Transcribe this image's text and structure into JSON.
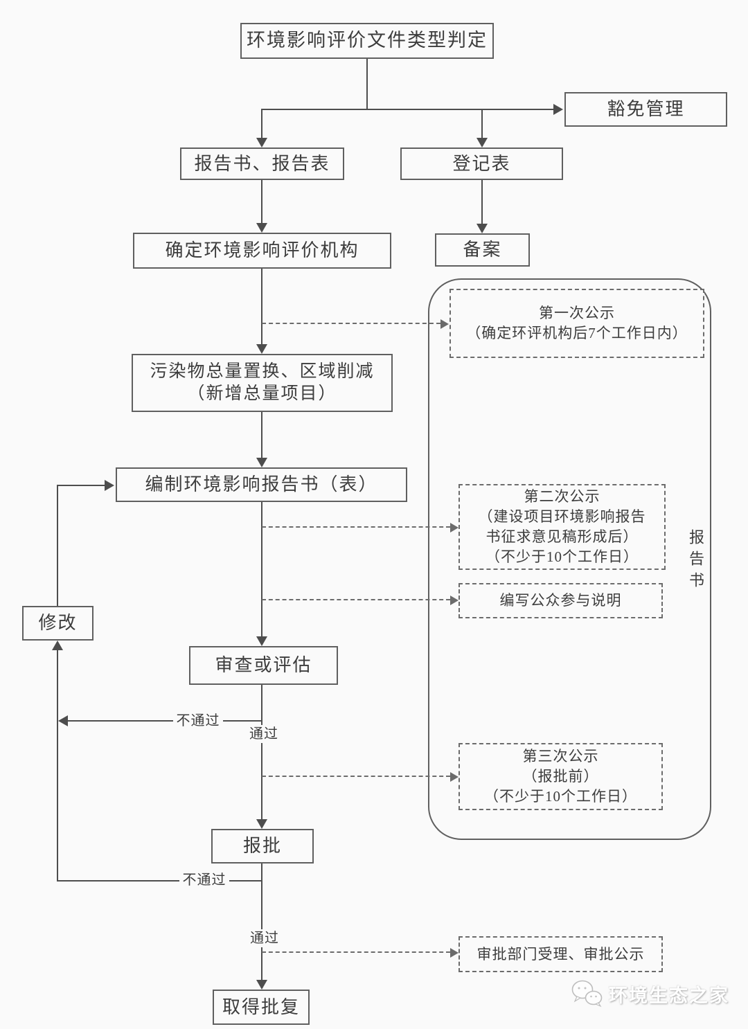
{
  "nodes": {
    "title": "环境影响评价文件类型判定",
    "exemption": "豁免管理",
    "report_forms": "报告书、报告表",
    "registration": "登记表",
    "agency": "确定环境影响评价机构",
    "filing": "备案",
    "pollutant_line1": "污染物总量置换、区域削减",
    "pollutant_line2": "（新增总量项目）",
    "compile": "编制环境影响报告书（表）",
    "modify": "修改",
    "review": "审查或评估",
    "submit": "报批",
    "obtain": "取得批复"
  },
  "notes": {
    "first_line1": "第一次公示",
    "first_line2": "（确定环评机构后7个工作日内）",
    "second_line1": "第二次公示",
    "second_line2": "（建设项目环境影响报告",
    "second_line3": "书征求意见稿形成后）",
    "second_line4": "（不少于10个工作日）",
    "participation": "编写公众参与说明",
    "third_line1": "第三次公示",
    "third_line2": "（报批前）",
    "third_line3": "（不少于10个工作日）",
    "acceptance": "审批部门受理、审批公示"
  },
  "edge_labels": {
    "pass": "通过",
    "fail": "不通过"
  },
  "side_label": "报告书",
  "watermark": {
    "text": "环境生态之家",
    "icon": "chat-bubbles-icon"
  },
  "colors": {
    "line": "#4d4d4d",
    "dashed": "#6b6b6b",
    "border": "#5f5f5f",
    "text": "#3c3c3c",
    "bg": "#fafafa"
  }
}
